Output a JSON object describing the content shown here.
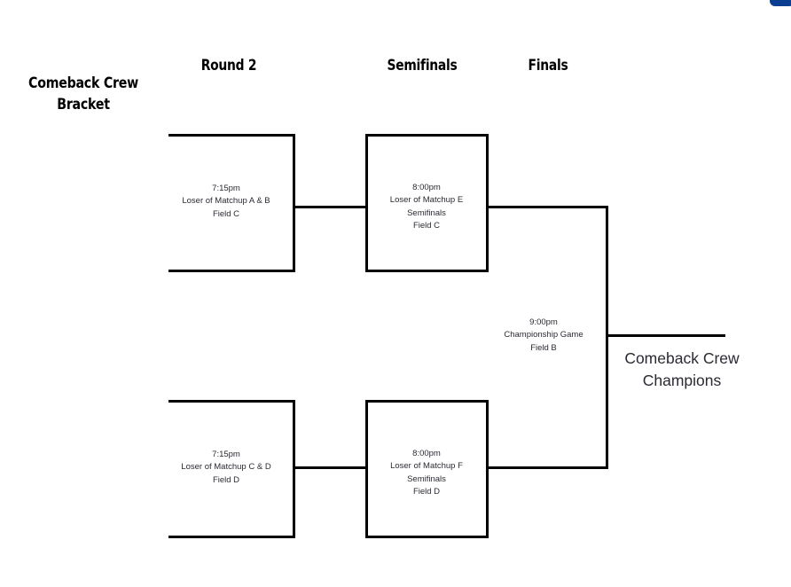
{
  "page": {
    "title": "Comeback Crew Bracket",
    "title_lines": [
      "Comeback Crew",
      "Bracket"
    ],
    "accent_color": "#0b3d91",
    "line_color": "#000000",
    "text_color": "#2a2a33",
    "background_color": "#ffffff"
  },
  "headers": {
    "round2": "Round 2",
    "semifinals": "Semifinals",
    "finals": "Finals"
  },
  "matches": {
    "round2_top": {
      "time": "7:15pm",
      "participants": "Loser of Matchup A & B",
      "field": "Field C"
    },
    "round2_bottom": {
      "time": "7:15pm",
      "participants": "Loser of Matchup C & D",
      "field": "Field D"
    },
    "semifinal_top": {
      "time": "8:00pm",
      "participants": "Loser of Matchup E",
      "stage": "Semifinals",
      "field": "Field C"
    },
    "semifinal_bottom": {
      "time": "8:00pm",
      "participants": "Loser of Matchup F",
      "stage": "Semifinals",
      "field": "Field D"
    },
    "final": {
      "time": "9:00pm",
      "stage": "Championship Game",
      "field": "Field B"
    }
  },
  "champion": {
    "lines": [
      "Comeback Crew",
      "Champions"
    ]
  }
}
